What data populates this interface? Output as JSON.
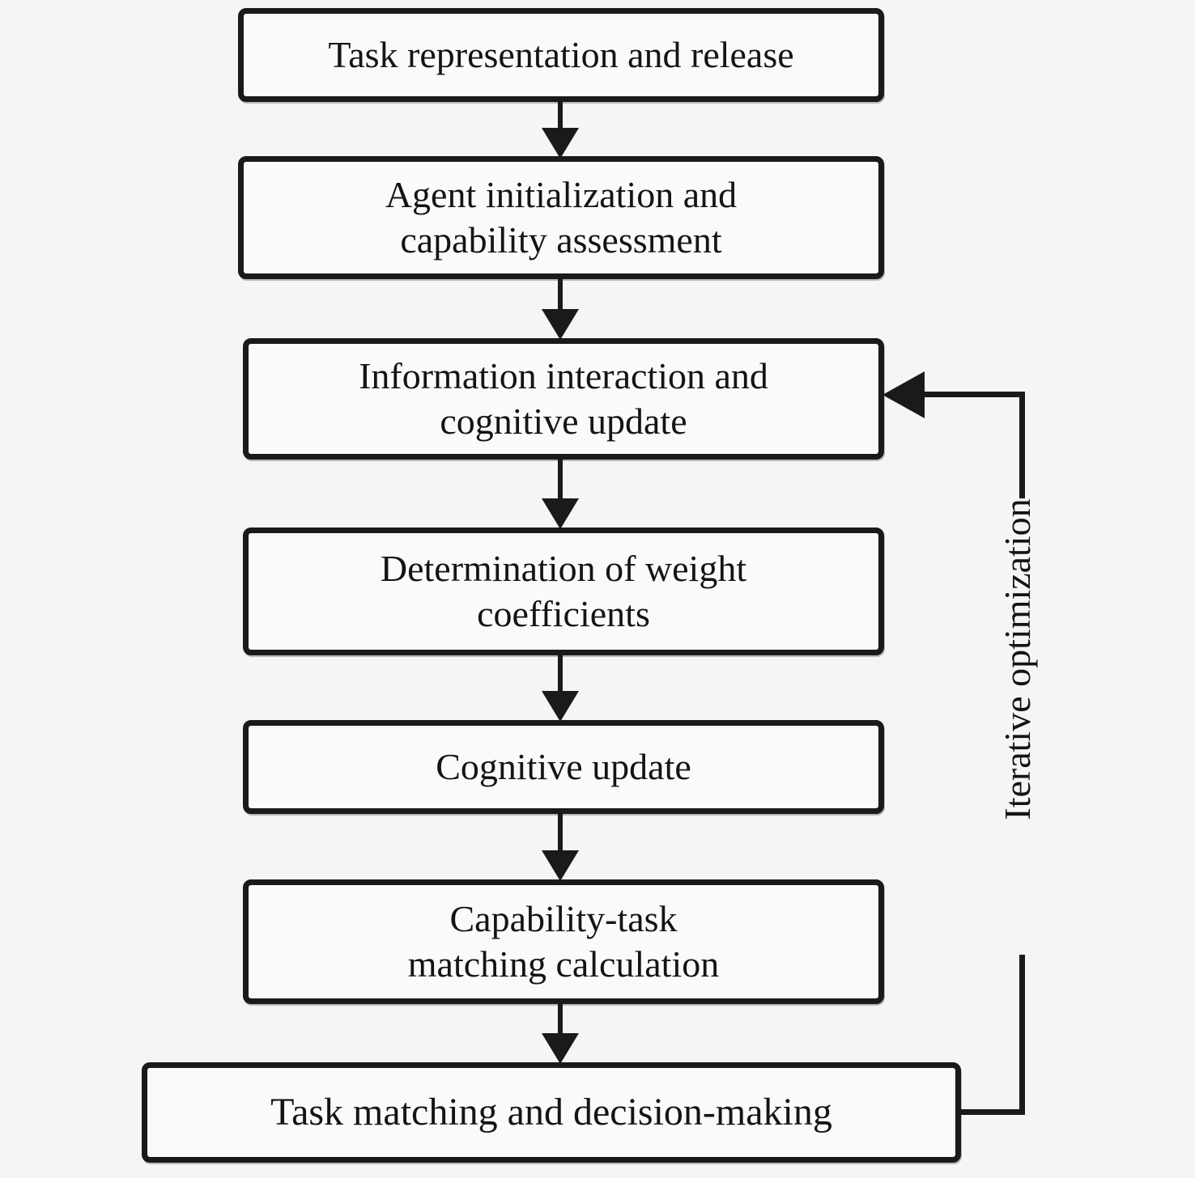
{
  "flowchart": {
    "nodes": [
      {
        "label": "Task representation and release"
      },
      {
        "label": "Agent initialization and\ncapability assessment"
      },
      {
        "label": "Information interaction and\ncognitive update"
      },
      {
        "label": "Determination of weight\ncoefficients"
      },
      {
        "label": "Cognitive update"
      },
      {
        "label": "Capability-task\nmatching calculation"
      },
      {
        "label": "Task matching and decision-making"
      }
    ],
    "feedback": {
      "label": "Iterative optimization"
    },
    "colors": {
      "line": "#1a1a1a",
      "node_fill": "#fafafa",
      "background": "#f5f5f4",
      "text": "#141414"
    }
  }
}
